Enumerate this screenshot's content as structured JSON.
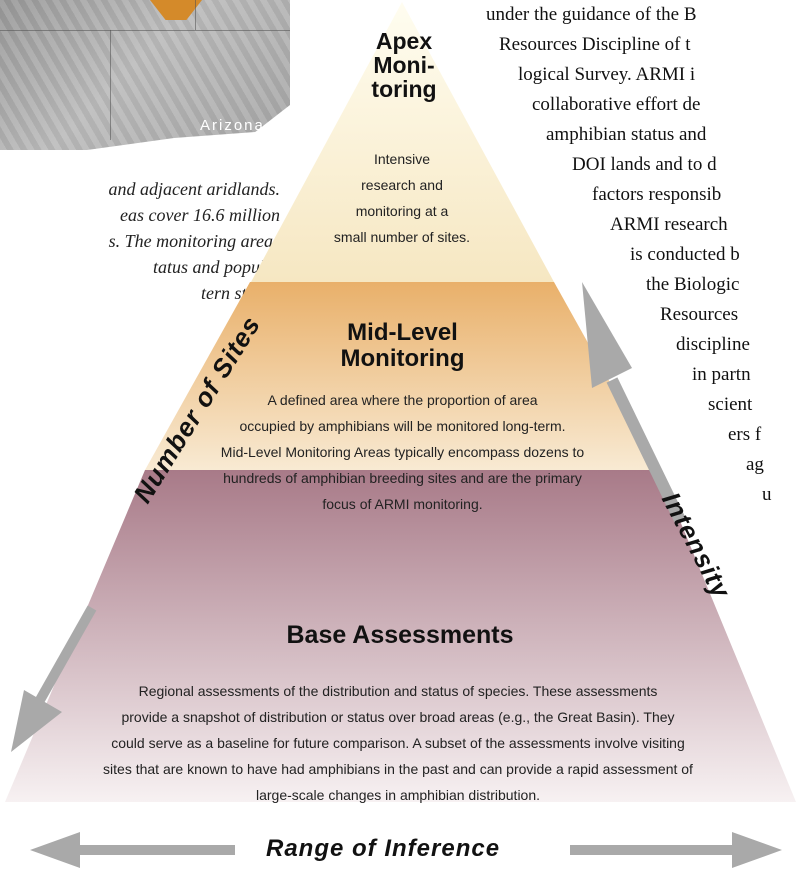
{
  "map": {
    "label": "Arizona"
  },
  "left_text_lines": [
    "and adjacent aridlands.",
    "eas cover 16.6 million",
    "s. The monitoring areas",
    "tatus and popula-",
    "tern states."
  ],
  "right_text_lines": [
    "under the guidance of the B",
    "Resources Discipline of t",
    "logical Survey. ARMI i",
    "collaborative effort de",
    "amphibian status and",
    "DOI lands and to d",
    "factors responsib",
    "ARMI research",
    "is conducted b",
    "the Biologic",
    "Resources",
    "discipline",
    "in partn",
    "scient",
    "ers f",
    "ag",
    "u"
  ],
  "pyramid": {
    "apex": {
      "title_lines": [
        "Apex",
        "Moni-",
        "toring"
      ],
      "desc_lines": [
        "Intensive",
        "research and",
        "monitoring at a",
        "small number of sites."
      ]
    },
    "mid": {
      "title_lines": [
        "Mid-Level",
        "Monitoring"
      ],
      "desc_lines": [
        "A defined area where the proportion of area",
        "occupied by amphibians will be monitored long-term.",
        "Mid-Level Monitoring Areas typically encompass dozens to",
        "hundreds of amphibian breeding sites and are the primary",
        "focus of ARMI monitoring."
      ]
    },
    "base": {
      "title": "Base Assessments",
      "desc_lines": [
        "Regional assessments of the distribution and status of species. These assessments",
        "provide a snapshot of distribution or status over broad areas (e.g., the Great Basin). They",
        "could serve as a baseline for future comparison. A subset of the assessments involve visiting",
        "sites that are known to have had amphibians in the past and can provide a rapid assessment of",
        "large-scale changes in amphibian distribution."
      ]
    }
  },
  "axes": {
    "left": "Number of Sites",
    "right": "Intensity",
    "bottom": "Range of Inference"
  },
  "colors": {
    "apex_top": "#fffdf0",
    "apex_bottom": "#f6e7c2",
    "mid_top": "#e9b06a",
    "mid_bottom": "#f8ead3",
    "base_top": "#a87a88",
    "base_bottom": "#f7f1f2",
    "arrow": "#a9a9a9"
  }
}
